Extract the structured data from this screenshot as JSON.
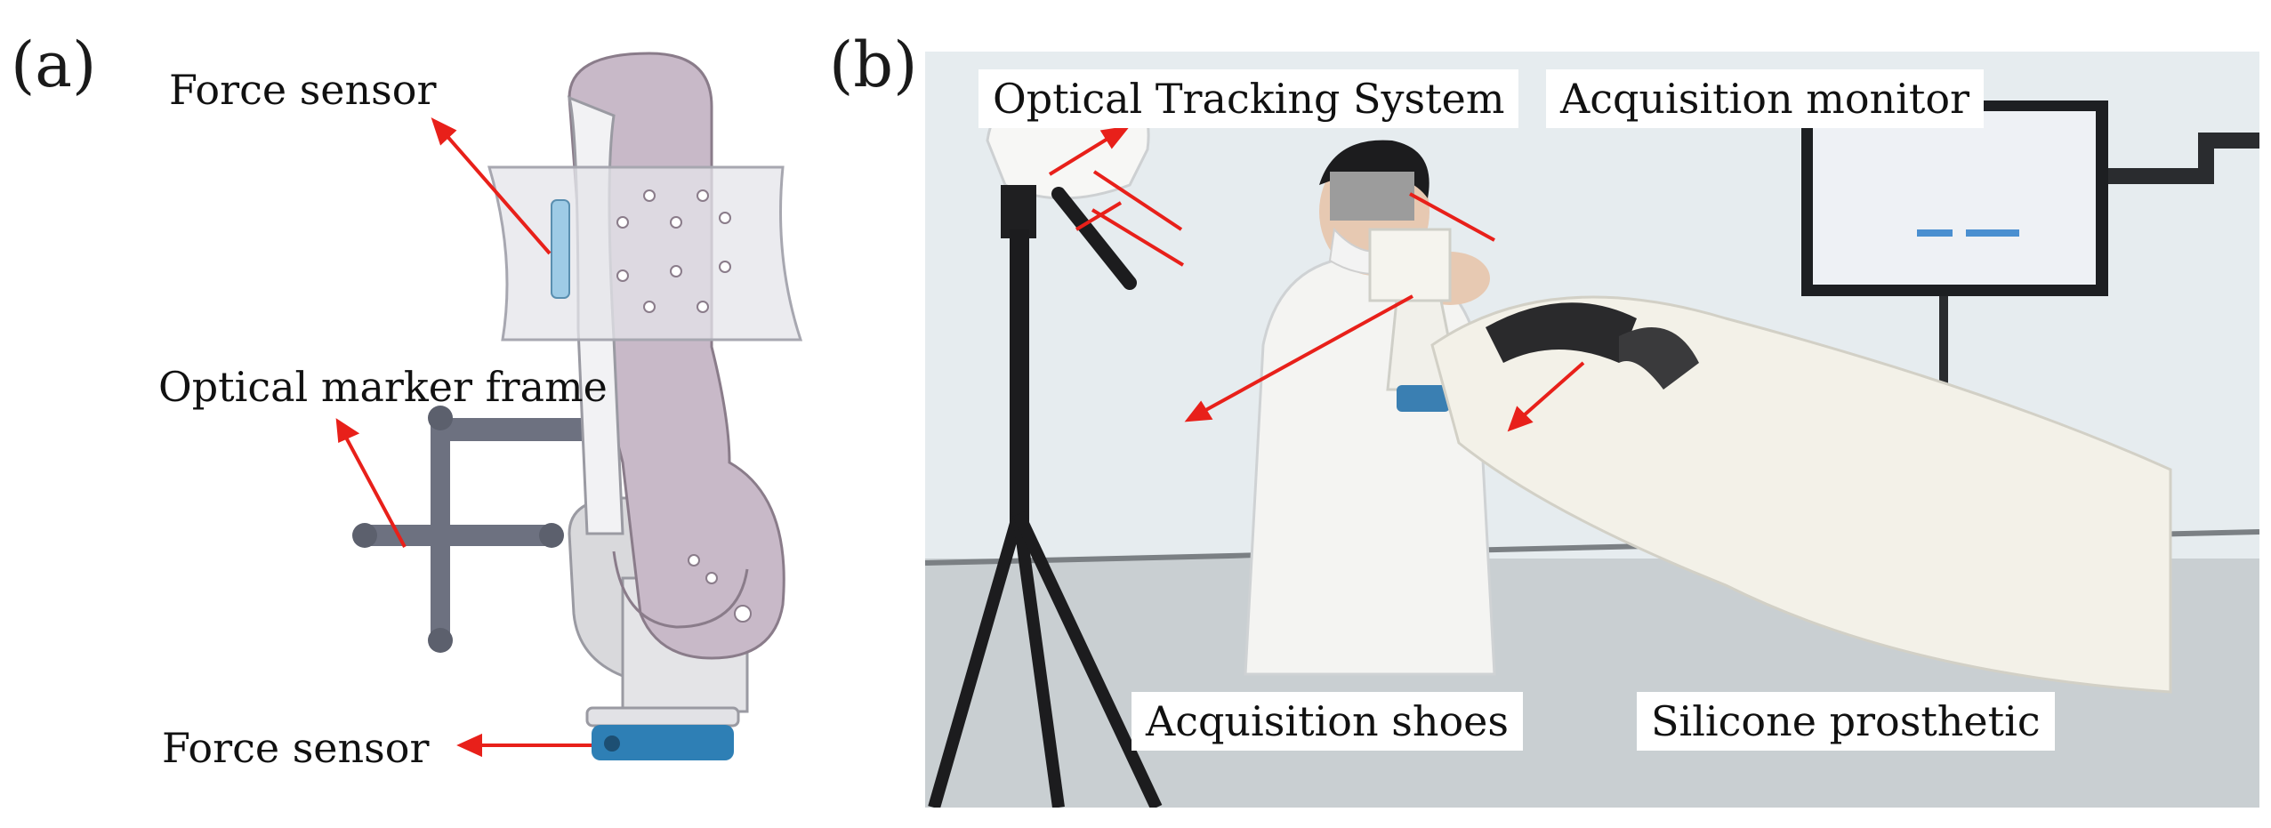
{
  "panel_a": {
    "letter": "(a)",
    "labels": {
      "force_sensor_top": "Force sensor",
      "optical_marker_frame": "Optical marker frame",
      "force_sensor_bottom": "Force sensor"
    }
  },
  "panel_b": {
    "letter": "(b)",
    "labels": {
      "optical_tracking_system": "Optical Tracking System",
      "acquisition_monitor": "Acquisition monitor",
      "acquisition_shoes": "Acquisition shoes",
      "silicone_prosthetic": "Silicone prosthetic"
    }
  },
  "colors": {
    "arrow": "#e8201a",
    "cad_purple": "#c8b9c8",
    "cad_gray": "#d9d9dc",
    "sensor_blue": "#2e7fb5",
    "marker_frame": "#6d7180"
  }
}
